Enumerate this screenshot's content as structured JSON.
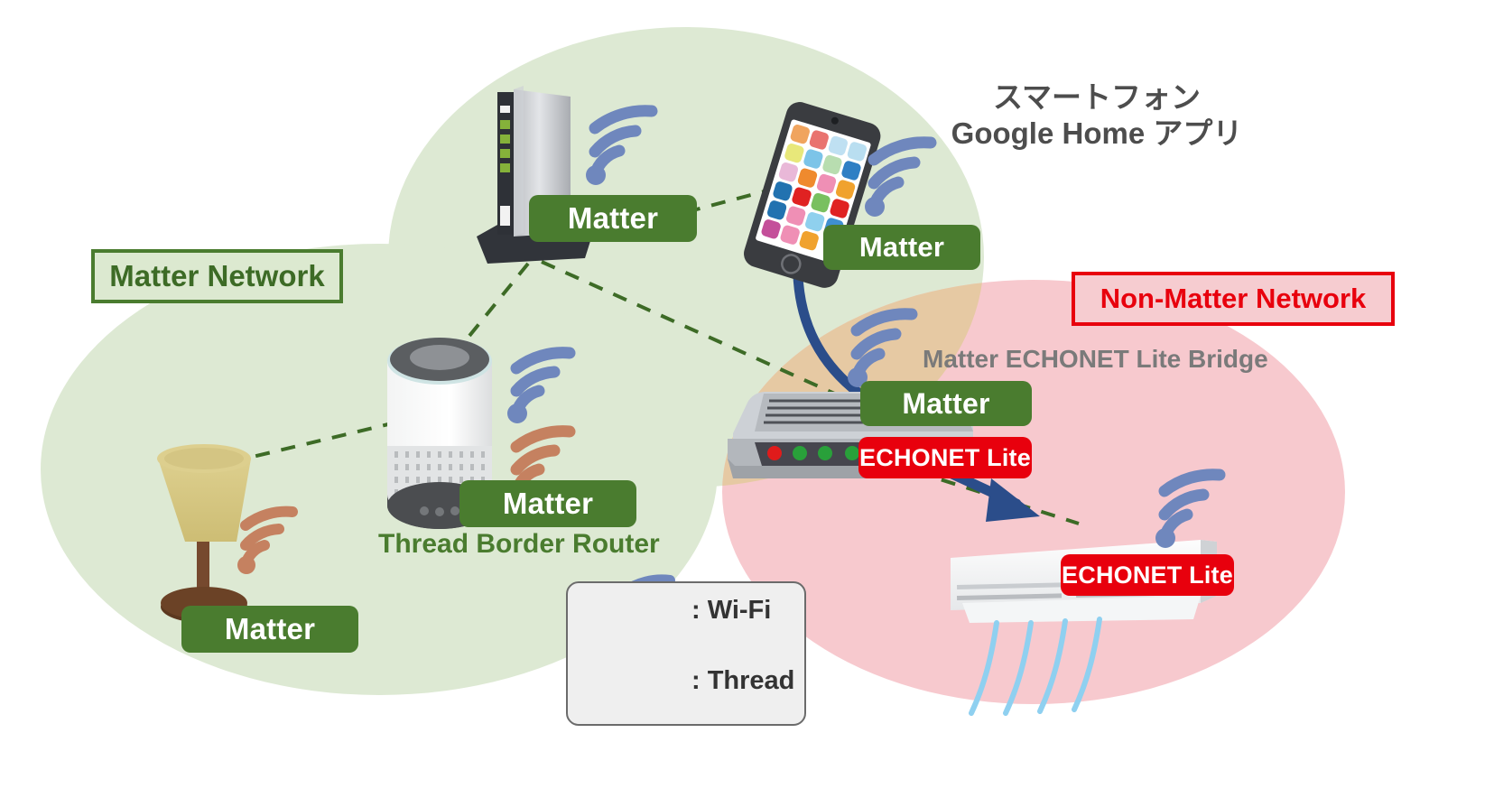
{
  "diagram": {
    "title": "Matter / Non-Matter network topology with Google Home",
    "colors": {
      "matter_green": "#4a7c2f",
      "matter_green_dark": "#3d6b26",
      "matter_ellipse": "#dde9d3",
      "nonmatter_red": "#e8000d",
      "nonmatter_ellipse": "#f7c9ce",
      "overlap_tan": "#e6c9a3",
      "wifi_blue": "#6f87bd",
      "thread_orange": "#c58160",
      "gray_label": "#7a7a7a",
      "dashed_link": "#3d6b26",
      "solid_link": "#2b4d8a"
    },
    "network_boxes": [
      {
        "id": "matter-network",
        "label": "Matter Network",
        "style": "green"
      },
      {
        "id": "non-matter-network",
        "label": "Non-Matter Network",
        "style": "red"
      }
    ],
    "captions": {
      "smartphone_line1": "スマートフォン",
      "smartphone_line2": "Google Home アプリ",
      "bridge": "Matter ECHONET Lite Bridge",
      "thread_border_router": "Thread Border Router"
    },
    "badges": [
      {
        "id": "badge-server-matter",
        "label": "Matter",
        "style": "green",
        "device": "server-tower"
      },
      {
        "id": "badge-phone-matter",
        "label": "Matter",
        "style": "green",
        "device": "smartphone"
      },
      {
        "id": "badge-purifier-matter",
        "label": "Matter",
        "style": "green",
        "device": "air-purifier"
      },
      {
        "id": "badge-lamp-matter",
        "label": "Matter",
        "style": "green",
        "device": "lamp"
      },
      {
        "id": "badge-bridge-matter",
        "label": "Matter",
        "style": "green",
        "device": "bridge"
      },
      {
        "id": "badge-bridge-echonet",
        "label": "ECHONET Lite",
        "style": "red",
        "device": "bridge"
      },
      {
        "id": "badge-ac-echonet",
        "label": "ECHONET Lite",
        "style": "red",
        "device": "air-conditioner"
      }
    ],
    "legend": {
      "items": [
        {
          "id": "legend-wifi",
          "icon": "wifi-icon",
          "color": "#6f87bd",
          "label": ": Wi-Fi"
        },
        {
          "id": "legend-thread",
          "icon": "thread-icon",
          "color": "#c58160",
          "label": ": Thread"
        }
      ]
    },
    "devices": [
      {
        "id": "server-tower",
        "name": "Matter hub / server tower",
        "radios": [
          "wifi"
        ]
      },
      {
        "id": "smartphone",
        "name": "Smartphone running Google Home app",
        "radios": [
          "wifi"
        ]
      },
      {
        "id": "air-purifier",
        "name": "Thread Border Router air purifier",
        "radios": [
          "wifi",
          "thread"
        ]
      },
      {
        "id": "lamp",
        "name": "Smart table lamp",
        "radios": [
          "thread"
        ]
      },
      {
        "id": "bridge",
        "name": "Matter ECHONET Lite Bridge router",
        "radios": [
          "wifi"
        ]
      },
      {
        "id": "air-conditioner",
        "name": "Air conditioner",
        "radios": [
          "wifi"
        ]
      }
    ]
  }
}
